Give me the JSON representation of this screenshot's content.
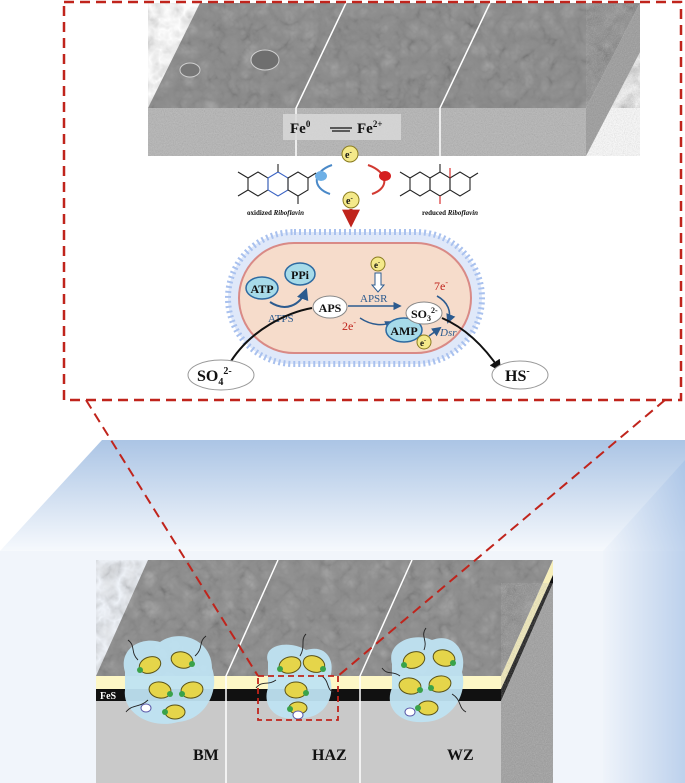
{
  "top_panel": {
    "redox_fe0": "Fe",
    "redox_fe0_sup": "0",
    "redox_fe2": "Fe",
    "redox_fe2_sup": "2+",
    "electron": "e",
    "electron_sup": "-",
    "oxidized_label_prefix": "oxidized ",
    "oxidized_label_name": "Riboflavin",
    "reduced_label_prefix": "reduced ",
    "reduced_label_name": "Riboflavin"
  },
  "cell": {
    "atp": "ATP",
    "ppi": "PPi",
    "atps": "ATPS",
    "aps": "APS",
    "apsr": "APSR",
    "two_e": "2e",
    "amp": "AMP",
    "seven_e": "7e",
    "so3": "SO",
    "so3_sub": "3",
    "so3_sup": "2-",
    "dsr": "Dsr",
    "so4": "SO",
    "so4_sub": "4",
    "so4_sup": "2-",
    "hs": "HS",
    "hs_sup": "-"
  },
  "bottom_panel": {
    "fes": "FeS",
    "zone_bm": "BM",
    "zone_haz": "HAZ",
    "zone_wz": "WZ"
  },
  "colors": {
    "dashed_outline": "#c0241c",
    "cell_interior": "#f6dccb",
    "membrane": "#a9c1ee",
    "atp_fill": "#a7dbe9",
    "fes_layer": "#fdf7c6",
    "bacteria": "#d7c83a",
    "biofilm": "#bfe3f2",
    "box_gradient_top": "#93b6df"
  }
}
